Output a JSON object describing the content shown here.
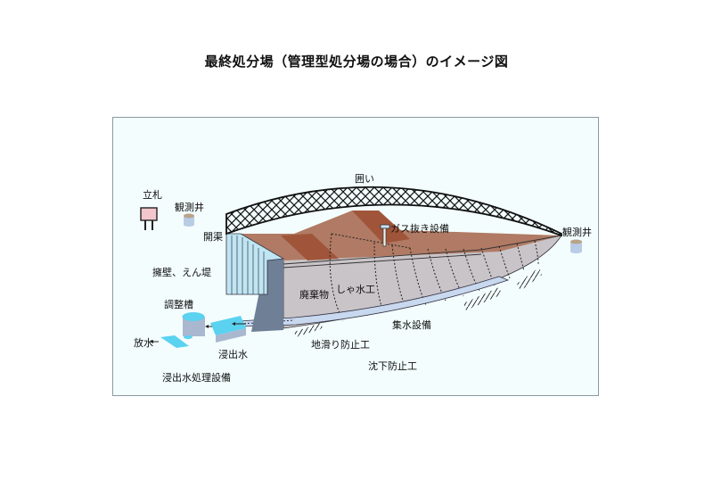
{
  "title": "最終処分場（管理型処分場の場合）のイメージ図",
  "diagram": {
    "background_color": "#f3fdfd",
    "labels": {
      "fence": "囲い",
      "sign": "立札",
      "well_left": "観測井",
      "well_right": "観測井",
      "channel": "開渠",
      "retaining_wall": "擁壁、えん堤",
      "gas_vent": "ガス抜き設備",
      "impermeable_liner": "しゃ水工",
      "waste": "廃棄物",
      "water_collection": "集水設備",
      "landslide_prevention": "地滑り防止工",
      "subsidence_prevention": "沈下防止工",
      "leachate": "浸出水",
      "adjustment_tank": "調整槽",
      "discharge": "放水",
      "leachate_treatment": "浸出水処理設備"
    },
    "colors": {
      "waste_top": "#b07a64",
      "waste_ridge": "#a0553a",
      "waste_body": "#c9c4c8",
      "wall": "#bfe6f2",
      "fence": "#111111",
      "sign": "#f2c6cc",
      "pipe": "#c8d8ee",
      "dam_shadow": "#6e7f96"
    }
  }
}
